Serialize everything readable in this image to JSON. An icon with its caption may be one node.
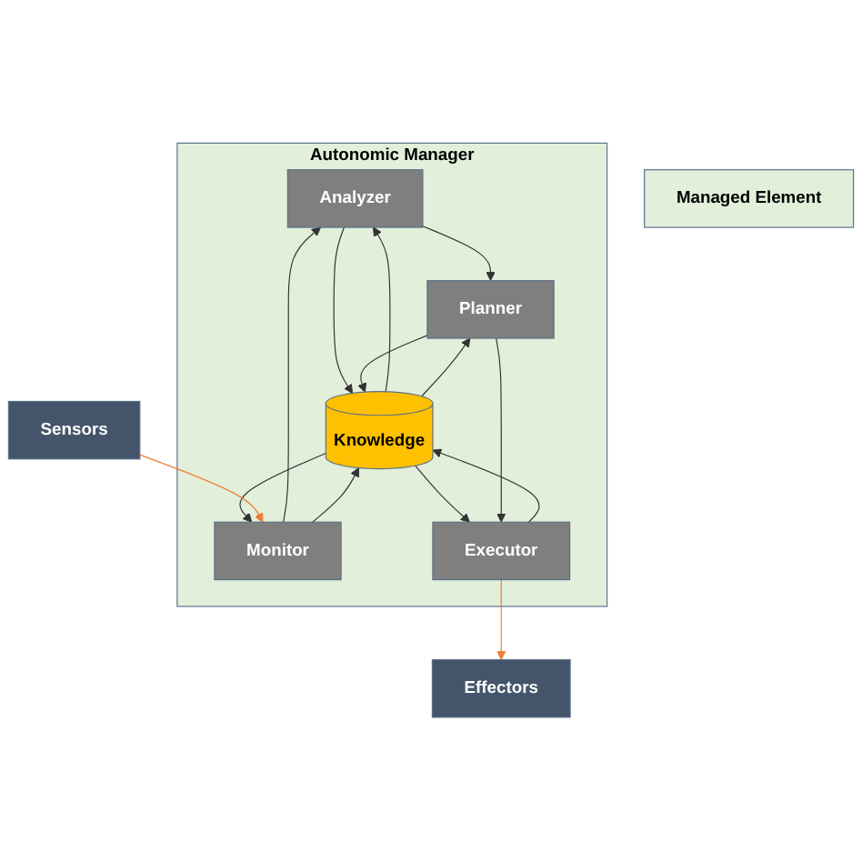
{
  "diagram": {
    "nodes": [
      {
        "text": [
          "Autonomic Manager"
        ]
      },
      {
        "text": [
          "Analyzer"
        ],
        "in": 0
      },
      {
        "text": [
          "Planner"
        ],
        "in": 0
      },
      {
        "text": [
          "Monitor"
        ],
        "in": 0
      },
      {
        "text": [
          "Knowledge"
        ],
        "in": 0
      },
      {
        "text": [
          "Executor"
        ],
        "in": 0
      },
      {
        "text": [
          "Sensors"
        ]
      },
      {
        "text": [
          "Effectors"
        ]
      },
      {
        "text": [
          "Managed Element"
        ]
      }
    ],
    "edges": [
      {
        "from": 1,
        "to": 2,
        "arrow": "to"
      },
      {
        "from": 1,
        "to": 4,
        "arrow": "to"
      },
      {
        "from": 4,
        "to": 1,
        "arrow": "to"
      },
      {
        "from": 4,
        "to": 2,
        "arrow": "to"
      },
      {
        "from": 2,
        "to": 4,
        "arrow": "to"
      },
      {
        "from": 3,
        "to": 1,
        "arrow": "to"
      },
      {
        "from": 3,
        "to": 4,
        "arrow": "to"
      },
      {
        "from": 4,
        "to": 3,
        "arrow": "to"
      },
      {
        "from": 4,
        "to": 5,
        "arrow": "to"
      },
      {
        "from": 5,
        "to": 4,
        "arrow": "to"
      },
      {
        "from": 2,
        "to": 5,
        "arrow": "to"
      },
      {
        "from": 6,
        "to": 3,
        "arrow": "to",
        "color": "#ed7d31"
      },
      {
        "from": 5,
        "to": 7,
        "arrow": "to",
        "color": "#ed7d31"
      }
    ]
  }
}
